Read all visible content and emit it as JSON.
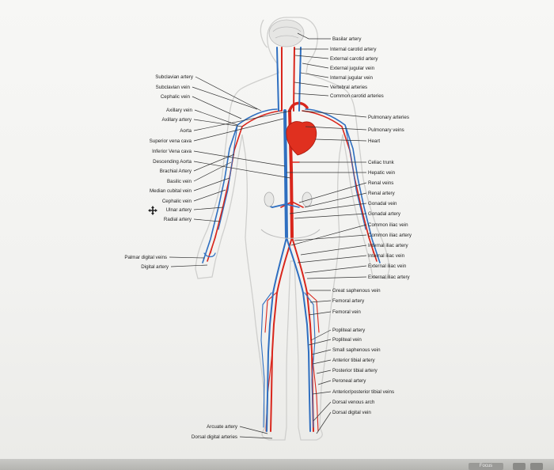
{
  "labels_right": [
    "Basilar artery",
    "Internal carotid artery",
    "External carotid artery",
    "External jugular vein",
    "Internal jugular vein",
    "Vertebral arteries",
    "Common carotid arteries",
    "Pulmonary arteries",
    "Pulmonary veins",
    "Heart",
    "Celiac trunk",
    "Hepatic vein",
    "Renal veins",
    "Renal artery",
    "Gonadal vein",
    "Gonadal artery",
    "Common iliac vein",
    "Common iliac artery",
    "Internal iliac artery",
    "Internal iliac vein",
    "External iliac vein",
    "External iliac artery",
    "Great saphenous vein",
    "Femoral artery",
    "Femoral vein",
    "Popliteal artery",
    "Popliteal vein",
    "Small saphenous vein",
    "Anterior tibial artery",
    "Posterior tibial artery",
    "Peroneal artery",
    "Anterior/posterior tibial veins",
    "Dorsal venous arch",
    "Dorsal digital vein"
  ],
  "labels_left": [
    "Subclavian artery",
    "Subclavian vein",
    "Cephalic vein",
    "Axillary vein",
    "Axillary artery",
    "Aorta",
    "Superior vena cava",
    "Inferior Vena cava",
    "Descending Aorta",
    "Brachial Artery",
    "Basilic vein",
    "Median cubital vein",
    "Cephalic vein",
    "Ulnar artery",
    "Radial artery",
    "Palmar digital veins",
    "Digital artery",
    "Arcuate artery",
    "Dorsal digital arteries"
  ],
  "colors": {
    "artery": "#d9261c",
    "vein": "#2f6fc0",
    "body_outline": "#c8c8c6",
    "heart": "#e0301f"
  },
  "icons": [
    "move-cursor-icon",
    "focus-button-icon"
  ],
  "bottom_bar": {
    "focus_label": "Focus"
  }
}
